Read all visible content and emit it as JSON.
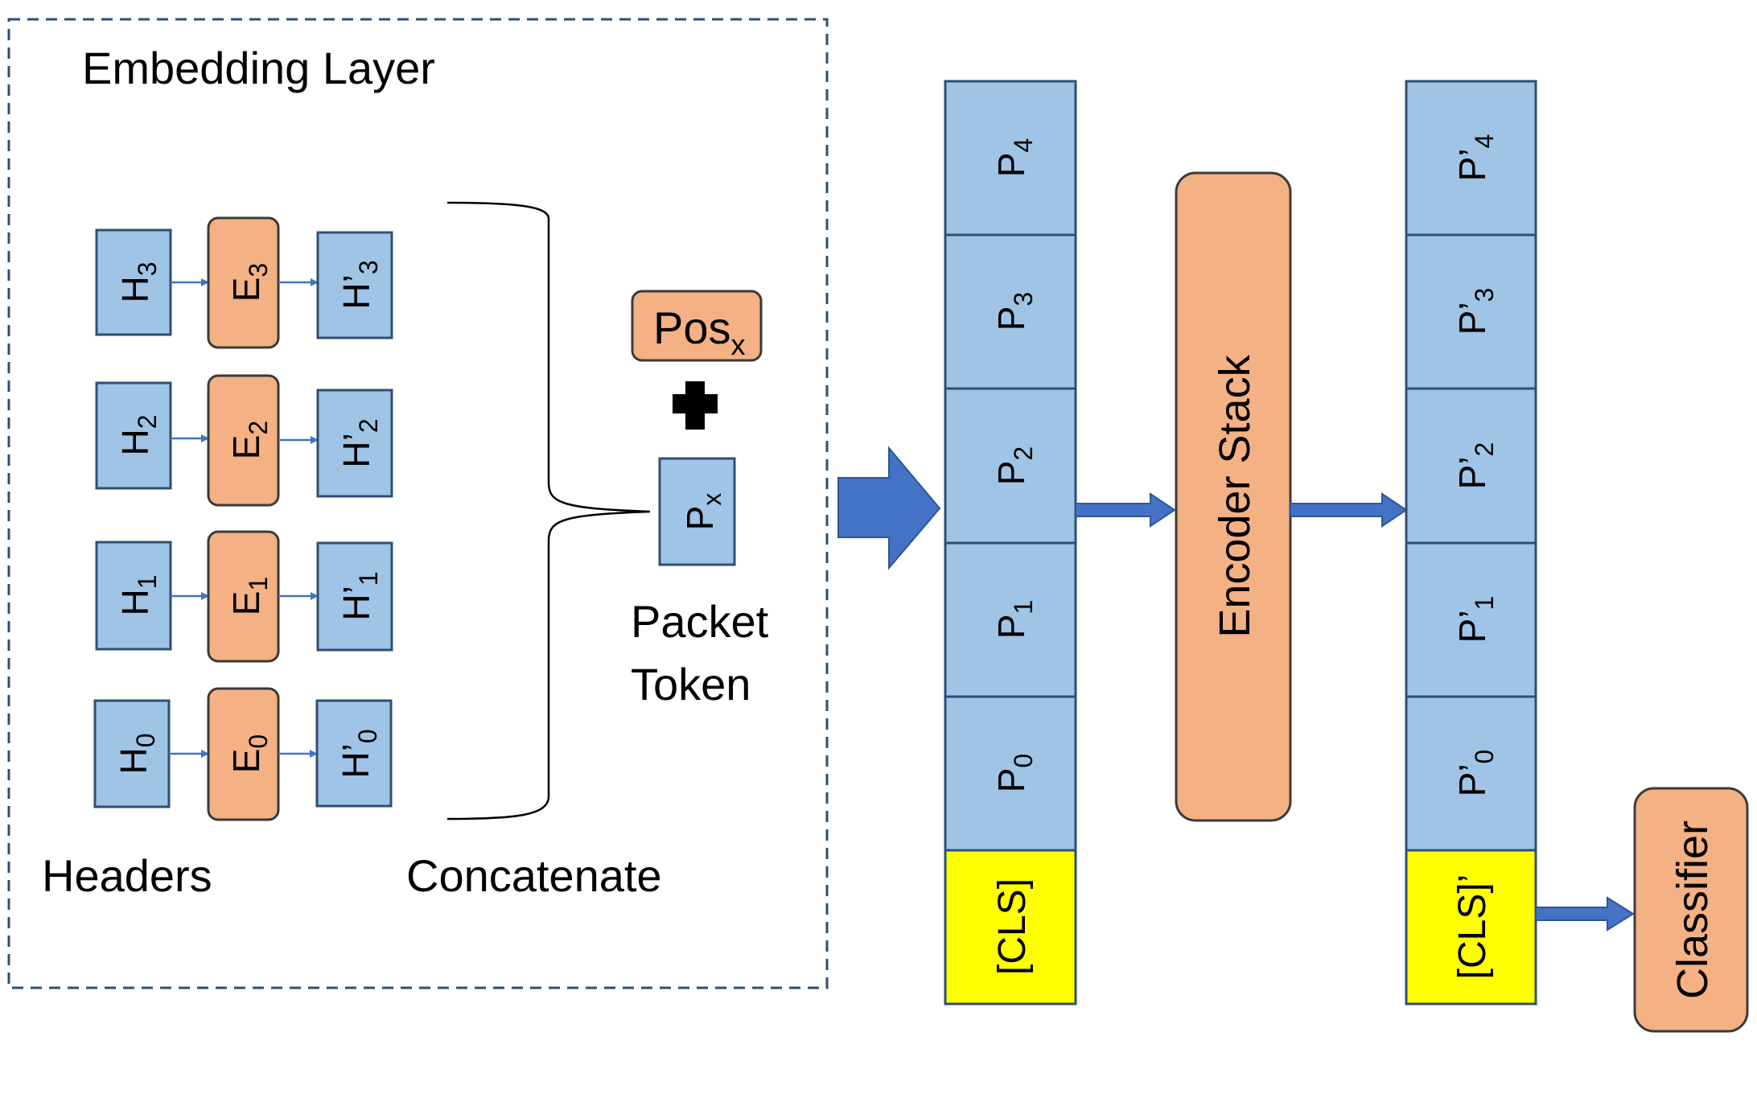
{
  "colors": {
    "token_fill": "#a0c4e6",
    "embed_fill": "#f4b183",
    "cls_fill": "#ffff00",
    "arrow": "#4472c4",
    "frame_dash": "#2f4f73"
  },
  "embedding_layer": {
    "title": "Embedding Layer",
    "headers_label": "Headers",
    "concatenate_label": "Concatenate",
    "rows": [
      {
        "h": "H",
        "h_sub": "3",
        "e": "E",
        "e_sub": "3",
        "hp": "H’",
        "hp_sub": "3"
      },
      {
        "h": "H",
        "h_sub": "2",
        "e": "E",
        "e_sub": "2",
        "hp": "H’",
        "hp_sub": "2"
      },
      {
        "h": "H",
        "h_sub": "1",
        "e": "E",
        "e_sub": "1",
        "hp": "H’",
        "hp_sub": "1"
      },
      {
        "h": "H",
        "h_sub": "0",
        "e": "E",
        "e_sub": "0",
        "hp": "H’",
        "hp_sub": "0"
      }
    ],
    "pos_label": "Pos",
    "pos_sub": "x",
    "plus_icon": "plus-icon",
    "packet_label": "P",
    "packet_sub": "x",
    "packet_token_label": [
      "Packet",
      "Token"
    ]
  },
  "input_tokens": {
    "cells": [
      {
        "main": "P",
        "sub": "4"
      },
      {
        "main": "P",
        "sub": "3"
      },
      {
        "main": "P",
        "sub": "2"
      },
      {
        "main": "P",
        "sub": "1"
      },
      {
        "main": "P",
        "sub": "0"
      }
    ],
    "cls": "[CLS]"
  },
  "encoder": {
    "label": "Encoder Stack"
  },
  "output_tokens": {
    "cells": [
      {
        "main": "P’",
        "sub": "4"
      },
      {
        "main": "P’",
        "sub": "3"
      },
      {
        "main": "P’",
        "sub": "2"
      },
      {
        "main": "P’",
        "sub": "1"
      },
      {
        "main": "P’",
        "sub": "0"
      }
    ],
    "cls": "[CLS]’"
  },
  "classifier": {
    "label": "Classifier"
  }
}
